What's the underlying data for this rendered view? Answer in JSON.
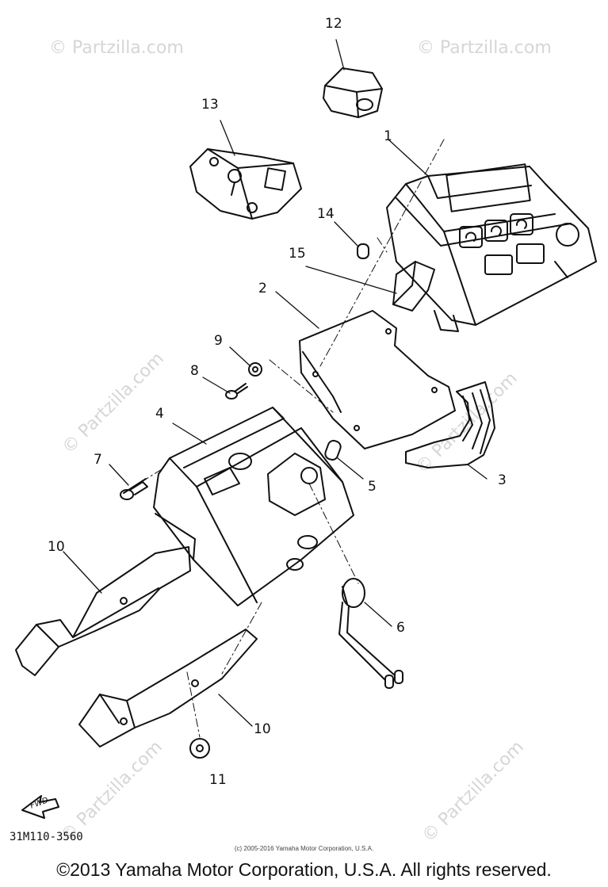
{
  "diagram": {
    "callouts": [
      "1",
      "2",
      "3",
      "4",
      "5",
      "6",
      "7",
      "8",
      "9",
      "10",
      "10",
      "11",
      "12",
      "13",
      "14",
      "15"
    ],
    "fwd_label": "FWD",
    "part_code": "31M110-3560"
  },
  "watermark": {
    "text": "© Partzilla.com"
  },
  "footer": {
    "small_copyright": "(c) 2005-2016 Yamaha Motor Corporation, U.S.A.",
    "main_copyright": "©2013 Yamaha Motor Corporation, U.S.A. All rights reserved."
  }
}
